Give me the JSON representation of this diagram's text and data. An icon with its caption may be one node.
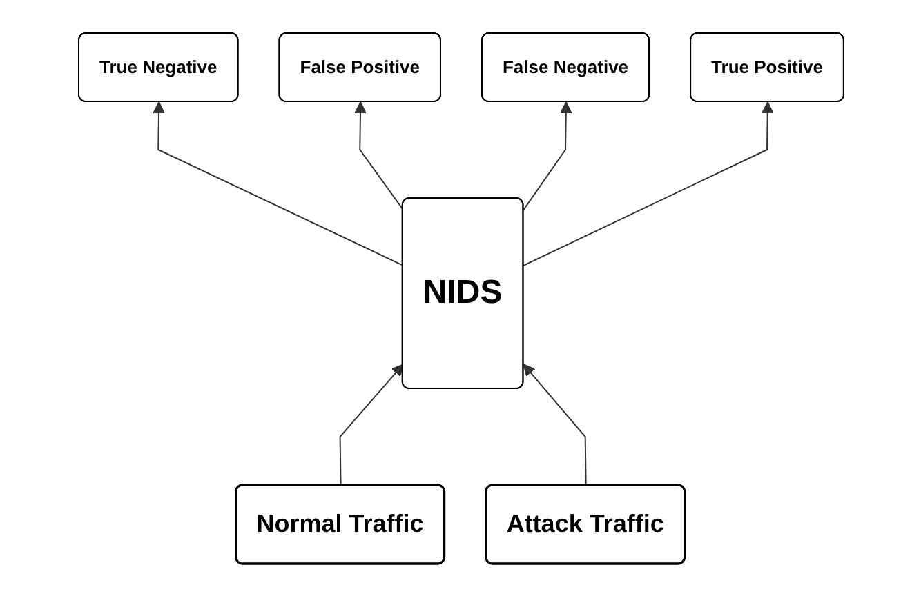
{
  "diagram": {
    "nodes": [
      {
        "text": [
          "True Negative"
        ]
      },
      {
        "text": [
          "False Positive"
        ]
      },
      {
        "text": [
          "False Negative"
        ]
      },
      {
        "text": [
          "True Positive"
        ]
      },
      {
        "text": [
          "NIDS"
        ]
      },
      {
        "text": [
          "Normal Traffic"
        ]
      },
      {
        "text": [
          "Attack Traffic"
        ]
      }
    ],
    "edges": [
      {
        "from": 5,
        "to": 4,
        "arrow": "to"
      },
      {
        "from": 4,
        "to": 0,
        "arrow": "to"
      },
      {
        "from": 4,
        "to": 1,
        "arrow": "to"
      },
      {
        "from": 6,
        "to": 4,
        "arrow": "to"
      },
      {
        "from": 4,
        "to": 2,
        "arrow": "to"
      },
      {
        "from": 4,
        "to": 3,
        "arrow": "to"
      }
    ]
  }
}
